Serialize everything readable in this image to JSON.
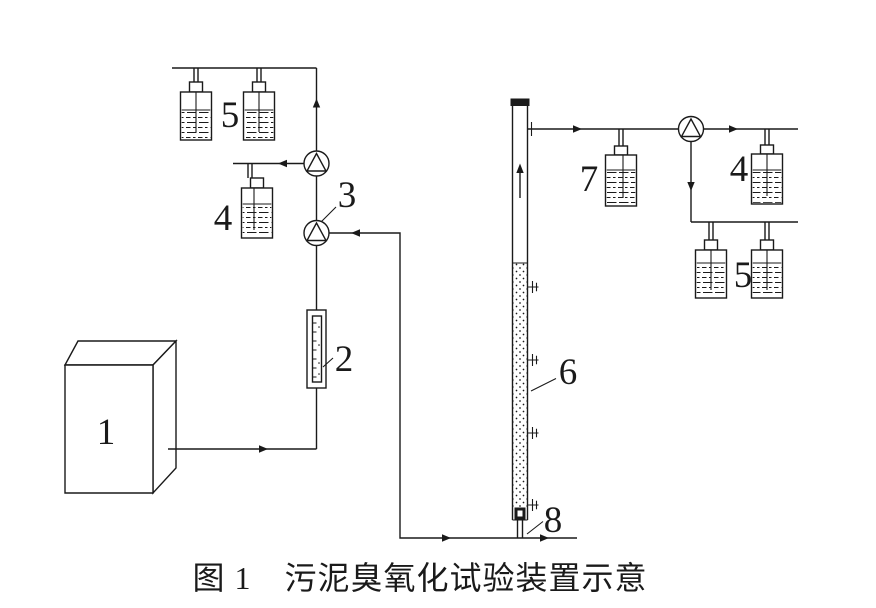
{
  "figure": {
    "caption": "图 1　污泥臭氧化试验装置示意"
  },
  "labels": {
    "ozone_generator": "1",
    "gas_flowmeter": "2",
    "three_way_valve": "3",
    "absorption_bottle_left": "4",
    "exhaust_bottles_left": "5",
    "reactor_column": "6",
    "buffer_bottle": "7",
    "absorption_bottle_right": "4",
    "exhaust_bottles_right": "5",
    "gas_diffuser": "8"
  },
  "colors": {
    "ink": "#1a1a1a",
    "background": "#ffffff"
  }
}
